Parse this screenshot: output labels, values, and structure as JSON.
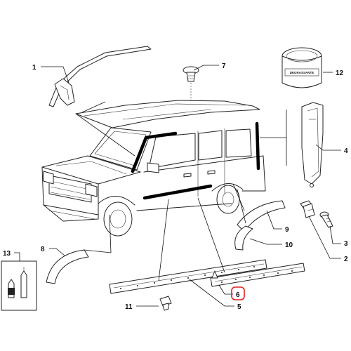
{
  "callouts": [
    {
      "id": "1",
      "label": "1"
    },
    {
      "id": "2",
      "label": "2"
    },
    {
      "id": "3",
      "label": "3"
    },
    {
      "id": "4",
      "label": "4"
    },
    {
      "id": "5",
      "label": "5"
    },
    {
      "id": "6",
      "label": "6"
    },
    {
      "id": "7",
      "label": "7"
    },
    {
      "id": "8",
      "label": "8"
    },
    {
      "id": "9",
      "label": "9"
    },
    {
      "id": "10",
      "label": "10"
    },
    {
      "id": "11",
      "label": "11"
    },
    {
      "id": "12",
      "label": "12"
    },
    {
      "id": "13",
      "label": "13"
    }
  ],
  "highlight": {
    "callout": "6",
    "color": "#e02020"
  },
  "jar_label": "DEGRASSANTE",
  "colors": {
    "line": "#222222",
    "trim": "#000000",
    "background": "#ffffff"
  }
}
